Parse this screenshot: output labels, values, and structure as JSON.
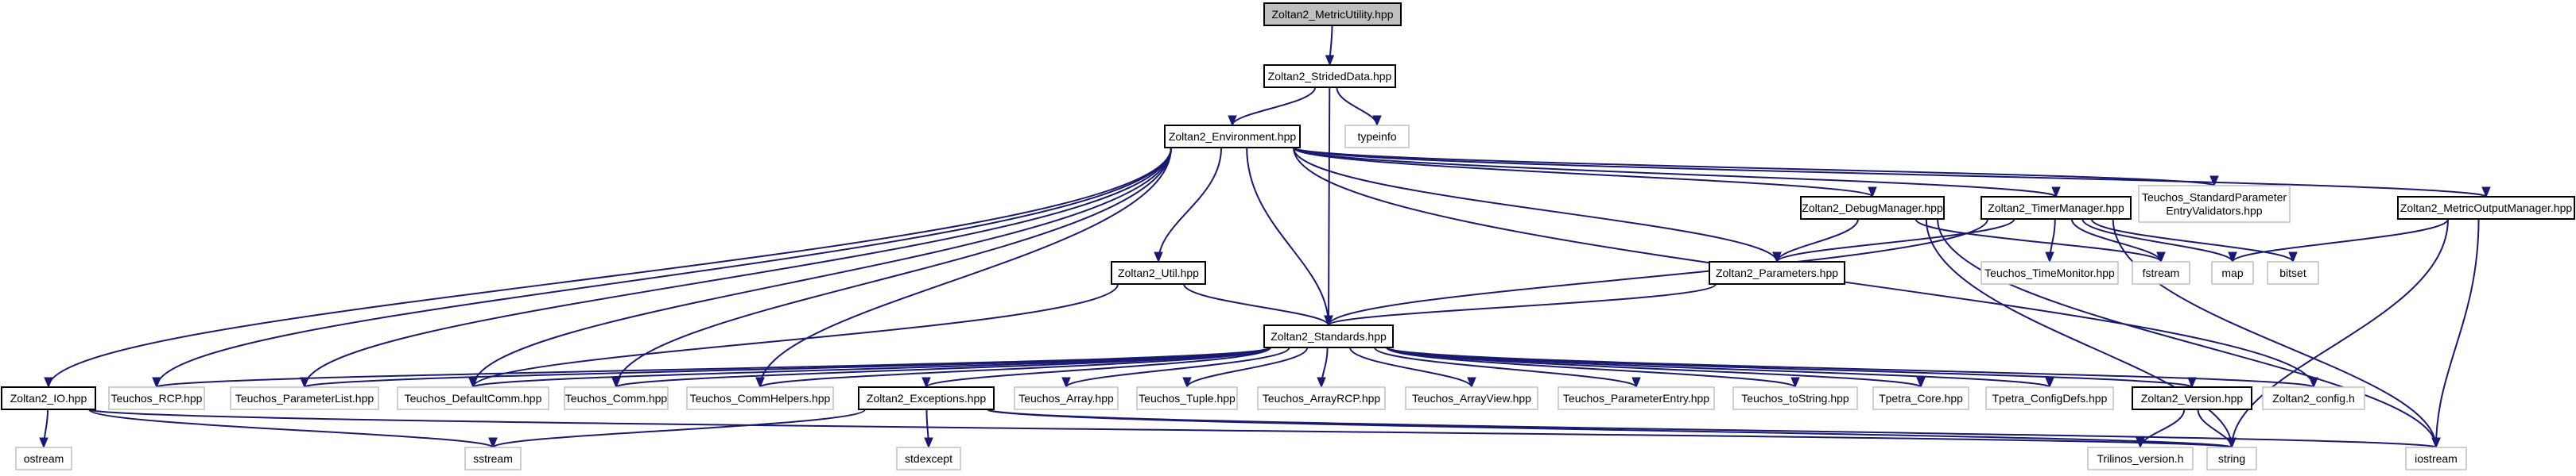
{
  "diagram": {
    "nodes": [
      {
        "id": "metric_utility",
        "label": [
          "Zoltan2_MetricUtility.hpp"
        ],
        "kind": "root"
      },
      {
        "id": "strided_data",
        "label": [
          "Zoltan2_StridedData.hpp"
        ],
        "kind": "solid"
      },
      {
        "id": "typeinfo",
        "label": [
          "typeinfo"
        ],
        "kind": "ext"
      },
      {
        "id": "environment",
        "label": [
          "Zoltan2_Environment.hpp"
        ],
        "kind": "solid"
      },
      {
        "id": "std_param_validators",
        "label": [
          "Teuchos_StandardParameter",
          "EntryValidators.hpp"
        ],
        "kind": "ext"
      },
      {
        "id": "metric_output_mgr",
        "label": [
          "Zoltan2_MetricOutputManager.hpp"
        ],
        "kind": "solid"
      },
      {
        "id": "debug_manager",
        "label": [
          "Zoltan2_DebugManager.hpp"
        ],
        "kind": "solid"
      },
      {
        "id": "timer_manager",
        "label": [
          "Zoltan2_TimerManager.hpp"
        ],
        "kind": "solid"
      },
      {
        "id": "util",
        "label": [
          "Zoltan2_Util.hpp"
        ],
        "kind": "solid"
      },
      {
        "id": "parameters",
        "label": [
          "Zoltan2_Parameters.hpp"
        ],
        "kind": "solid"
      },
      {
        "id": "time_monitor",
        "label": [
          "Teuchos_TimeMonitor.hpp"
        ],
        "kind": "ext"
      },
      {
        "id": "fstream",
        "label": [
          "fstream"
        ],
        "kind": "ext"
      },
      {
        "id": "map",
        "label": [
          "map"
        ],
        "kind": "ext"
      },
      {
        "id": "bitset",
        "label": [
          "bitset"
        ],
        "kind": "ext"
      },
      {
        "id": "standards",
        "label": [
          "Zoltan2_Standards.hpp"
        ],
        "kind": "solid"
      },
      {
        "id": "io",
        "label": [
          "Zoltan2_IO.hpp"
        ],
        "kind": "solid"
      },
      {
        "id": "rcp",
        "label": [
          "Teuchos_RCP.hpp"
        ],
        "kind": "ext"
      },
      {
        "id": "param_list",
        "label": [
          "Teuchos_ParameterList.hpp"
        ],
        "kind": "ext"
      },
      {
        "id": "default_comm",
        "label": [
          "Teuchos_DefaultComm.hpp"
        ],
        "kind": "ext"
      },
      {
        "id": "comm",
        "label": [
          "Teuchos_Comm.hpp"
        ],
        "kind": "ext"
      },
      {
        "id": "comm_helpers",
        "label": [
          "Teuchos_CommHelpers.hpp"
        ],
        "kind": "ext"
      },
      {
        "id": "exceptions",
        "label": [
          "Zoltan2_Exceptions.hpp"
        ],
        "kind": "solid"
      },
      {
        "id": "array",
        "label": [
          "Teuchos_Array.hpp"
        ],
        "kind": "ext"
      },
      {
        "id": "tuple",
        "label": [
          "Teuchos_Tuple.hpp"
        ],
        "kind": "ext"
      },
      {
        "id": "array_rcp",
        "label": [
          "Teuchos_ArrayRCP.hpp"
        ],
        "kind": "ext"
      },
      {
        "id": "array_view",
        "label": [
          "Teuchos_ArrayView.hpp"
        ],
        "kind": "ext"
      },
      {
        "id": "param_entry",
        "label": [
          "Teuchos_ParameterEntry.hpp"
        ],
        "kind": "ext"
      },
      {
        "id": "to_string",
        "label": [
          "Teuchos_toString.hpp"
        ],
        "kind": "ext"
      },
      {
        "id": "tpetra_core",
        "label": [
          "Tpetra_Core.hpp"
        ],
        "kind": "ext"
      },
      {
        "id": "tpetra_config",
        "label": [
          "Tpetra_ConfigDefs.hpp"
        ],
        "kind": "ext"
      },
      {
        "id": "version",
        "label": [
          "Zoltan2_Version.hpp"
        ],
        "kind": "solid"
      },
      {
        "id": "config_h",
        "label": [
          "Zoltan2_config.h"
        ],
        "kind": "ext"
      },
      {
        "id": "ostream",
        "label": [
          "ostream"
        ],
        "kind": "ext"
      },
      {
        "id": "sstream",
        "label": [
          "sstream"
        ],
        "kind": "ext"
      },
      {
        "id": "stdexcept",
        "label": [
          "stdexcept"
        ],
        "kind": "ext"
      },
      {
        "id": "trilinos_version",
        "label": [
          "Trilinos_version.h"
        ],
        "kind": "ext"
      },
      {
        "id": "string",
        "label": [
          "string"
        ],
        "kind": "ext"
      },
      {
        "id": "iostream",
        "label": [
          "iostream"
        ],
        "kind": "ext"
      }
    ],
    "edges": [
      [
        "metric_utility",
        "strided_data"
      ],
      [
        "strided_data",
        "environment"
      ],
      [
        "strided_data",
        "typeinfo"
      ],
      [
        "strided_data",
        "standards"
      ],
      [
        "environment",
        "std_param_validators"
      ],
      [
        "environment",
        "metric_output_mgr"
      ],
      [
        "environment",
        "debug_manager"
      ],
      [
        "environment",
        "timer_manager"
      ],
      [
        "environment",
        "util"
      ],
      [
        "environment",
        "parameters"
      ],
      [
        "environment",
        "io"
      ],
      [
        "environment",
        "rcp"
      ],
      [
        "environment",
        "param_list"
      ],
      [
        "environment",
        "default_comm"
      ],
      [
        "environment",
        "comm"
      ],
      [
        "environment",
        "comm_helpers"
      ],
      [
        "environment",
        "config_h"
      ],
      [
        "environment",
        "standards"
      ],
      [
        "debug_manager",
        "parameters"
      ],
      [
        "debug_manager",
        "fstream"
      ],
      [
        "debug_manager",
        "string"
      ],
      [
        "debug_manager",
        "iostream"
      ],
      [
        "timer_manager",
        "parameters"
      ],
      [
        "timer_manager",
        "time_monitor"
      ],
      [
        "timer_manager",
        "fstream"
      ],
      [
        "timer_manager",
        "map"
      ],
      [
        "timer_manager",
        "bitset"
      ],
      [
        "timer_manager",
        "standards"
      ],
      [
        "timer_manager",
        "iostream"
      ],
      [
        "metric_output_mgr",
        "map"
      ],
      [
        "metric_output_mgr",
        "string"
      ],
      [
        "metric_output_mgr",
        "iostream"
      ],
      [
        "util",
        "standards"
      ],
      [
        "util",
        "default_comm"
      ],
      [
        "parameters",
        "standards"
      ],
      [
        "standards",
        "rcp"
      ],
      [
        "standards",
        "param_list"
      ],
      [
        "standards",
        "default_comm"
      ],
      [
        "standards",
        "comm"
      ],
      [
        "standards",
        "comm_helpers"
      ],
      [
        "standards",
        "exceptions"
      ],
      [
        "standards",
        "array"
      ],
      [
        "standards",
        "tuple"
      ],
      [
        "standards",
        "array_rcp"
      ],
      [
        "standards",
        "array_view"
      ],
      [
        "standards",
        "param_entry"
      ],
      [
        "standards",
        "to_string"
      ],
      [
        "standards",
        "tpetra_core"
      ],
      [
        "standards",
        "tpetra_config"
      ],
      [
        "standards",
        "version"
      ],
      [
        "standards",
        "config_h"
      ],
      [
        "io",
        "ostream"
      ],
      [
        "io",
        "sstream"
      ],
      [
        "io",
        "string"
      ],
      [
        "exceptions",
        "sstream"
      ],
      [
        "exceptions",
        "stdexcept"
      ],
      [
        "exceptions",
        "string"
      ],
      [
        "exceptions",
        "iostream"
      ],
      [
        "version",
        "trilinos_version"
      ],
      [
        "version",
        "string"
      ]
    ]
  }
}
